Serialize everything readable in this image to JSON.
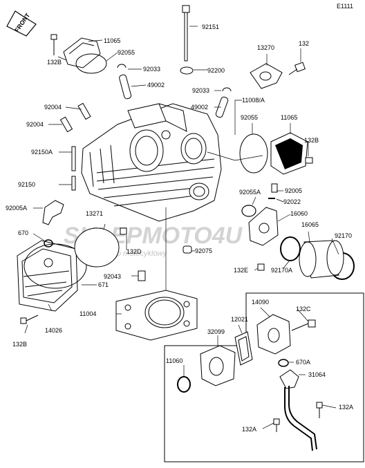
{
  "diagram": {
    "code": "E1111",
    "front_label": "FRONT",
    "watermark": {
      "line1": "SKLEPMOTO4U",
      "line2": "internetowy sklep motocyklowy"
    },
    "colors": {
      "line": "#000000",
      "watermark_gray": "#c8c8c8",
      "watermark_red": "#e54040"
    },
    "part_labels": [
      "11065",
      "132B",
      "92055",
      "92151",
      "92200",
      "92033",
      "49002",
      "92033",
      "11008/A",
      "92004",
      "49002",
      "92004",
      "92150A",
      "92150",
      "92005A",
      "670",
      "13271",
      "132D",
      "671",
      "92043",
      "11004",
      "14026",
      "132B",
      "13270",
      "132",
      "11065",
      "92055",
      "132B",
      "92005",
      "92055A",
      "16060",
      "92022",
      "16065",
      "92170",
      "92075",
      "132E",
      "92170A",
      "14090",
      "132C",
      "12021",
      "32099",
      "11060",
      "670A",
      "31064",
      "132A",
      "132A"
    ]
  }
}
